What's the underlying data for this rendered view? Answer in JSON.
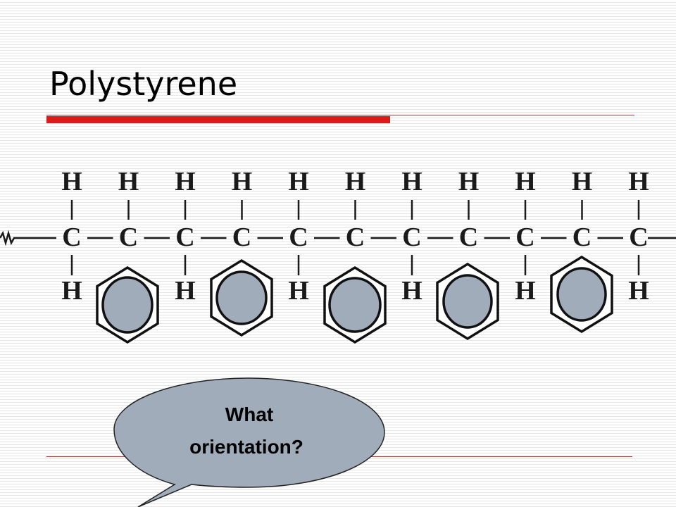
{
  "slide": {
    "title": "Polystyrene"
  },
  "molecule": {
    "top_atom": "H",
    "chain_atom": "C",
    "bottom_atom": "H",
    "carbon_count": 11,
    "phenyl_positions": [
      1,
      3,
      5,
      7,
      9
    ],
    "phenyl_icon": "benzene-ring",
    "end_icon": "wavy-bond"
  },
  "callout": {
    "line1": "What",
    "line2": "orientation?"
  },
  "colors": {
    "title_accent": "#dd1a1a",
    "ring_fill": "#a0acba",
    "callout_fill": "#a0acba"
  }
}
